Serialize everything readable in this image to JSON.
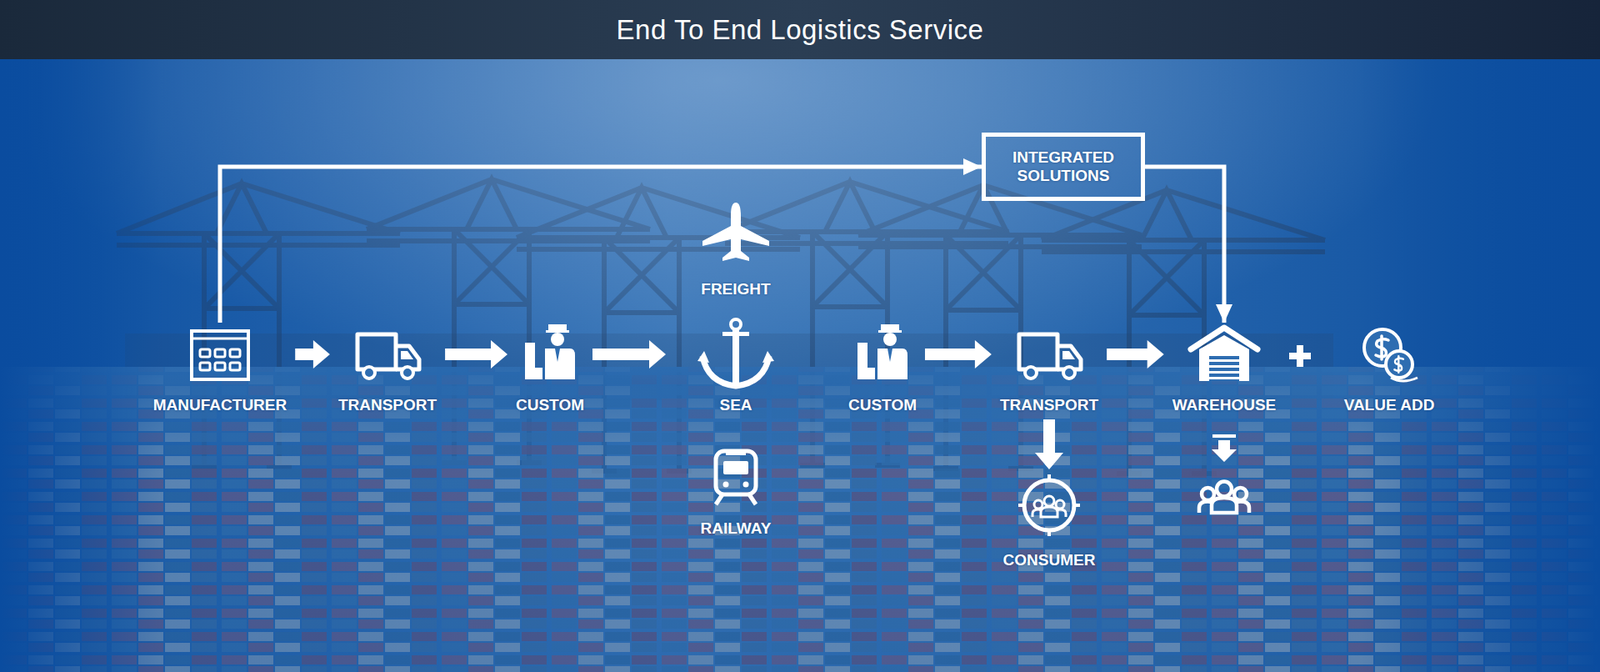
{
  "diagram": {
    "title": "End To End Logistics Service",
    "nodes": [
      {
        "text": [
          "INTEGRATED SOLUTIONS"
        ]
      },
      {
        "text": [
          "FREIGHT"
        ]
      },
      {
        "text": [
          "MANUFACTURER"
        ]
      },
      {
        "text": [
          "TRANSPORT"
        ]
      },
      {
        "text": [
          "CUSTOM"
        ]
      },
      {
        "text": [
          "SEA"
        ]
      },
      {
        "text": [
          "CUSTOM"
        ]
      },
      {
        "text": [
          "TRANSPORT"
        ]
      },
      {
        "text": [
          "WAREHOUSE"
        ]
      },
      {
        "text": [
          "VALUE ADD"
        ]
      },
      {
        "text": [
          "RAILWAY"
        ]
      },
      {
        "text": [
          "CONSUMER"
        ]
      }
    ],
    "edges": [
      {
        "from": 2,
        "to": 0,
        "arrow": "to"
      },
      {
        "from": 0,
        "to": 8,
        "arrow": "to"
      },
      {
        "from": 2,
        "to": 3,
        "arrow": "to"
      },
      {
        "from": 3,
        "to": 4,
        "arrow": "to"
      },
      {
        "from": 4,
        "to": 5,
        "arrow": "to"
      },
      {
        "from": 6,
        "to": 7,
        "arrow": "to"
      },
      {
        "from": 7,
        "to": 8,
        "arrow": "to"
      },
      {
        "from": 7,
        "to": 11,
        "arrow": "to"
      }
    ]
  }
}
